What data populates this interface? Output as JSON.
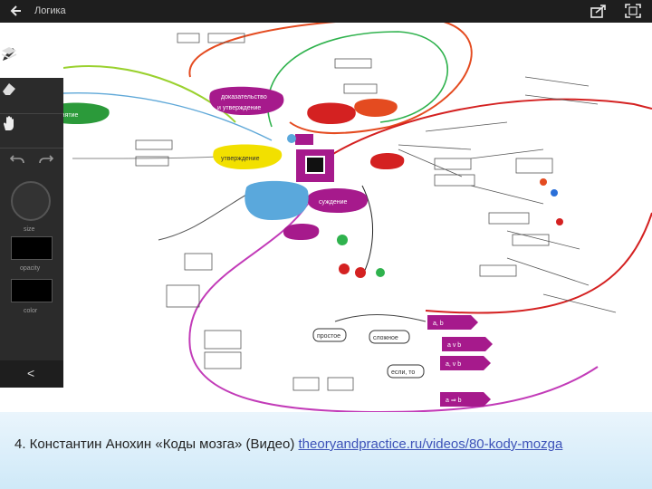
{
  "topbar": {
    "title": "Логика",
    "back_icon": "arrow-left-icon",
    "share_icon": "share-icon",
    "fullscreen_icon": "fullscreen-icon"
  },
  "toolbar": {
    "tools": [
      {
        "name": "pen",
        "icon": "pen-icon",
        "active": true
      },
      {
        "name": "eraser",
        "icon": "eraser-icon",
        "active": false
      },
      {
        "name": "hand",
        "icon": "hand-icon",
        "active": false
      }
    ],
    "undo_icon": "undo-icon",
    "redo_icon": "redo-icon",
    "size_label": "size",
    "opacity_label": "opacity",
    "color_label": "color",
    "layers_icon": "layers-icon",
    "collapse_label": "<"
  },
  "mindmap": {
    "center_color": "#a61a8c",
    "nodes": [
      {
        "label": "доказательство",
        "color": "#a61a8c"
      },
      {
        "label": "утверждение",
        "color": "#f2e000"
      },
      {
        "label": "понятие",
        "color": "#2b9a3a"
      },
      {
        "label": "суждение",
        "color": "#a61a8c"
      },
      {
        "label": "простое",
        "color": "#ffffff"
      },
      {
        "label": "сложное",
        "color": "#ffffff"
      },
      {
        "label": "если, то",
        "color": "#ffffff"
      },
      {
        "label": "a, b",
        "color": "#a61a8c"
      },
      {
        "label": "a v b",
        "color": "#a61a8c"
      },
      {
        "label": "a ⇒ b",
        "color": "#a61a8c"
      }
    ]
  },
  "caption": {
    "text": "4. Константин Анохин «Коды мозга» (Видео) ",
    "link": "theoryandpractice.ru/videos/80-kody-mozga"
  }
}
